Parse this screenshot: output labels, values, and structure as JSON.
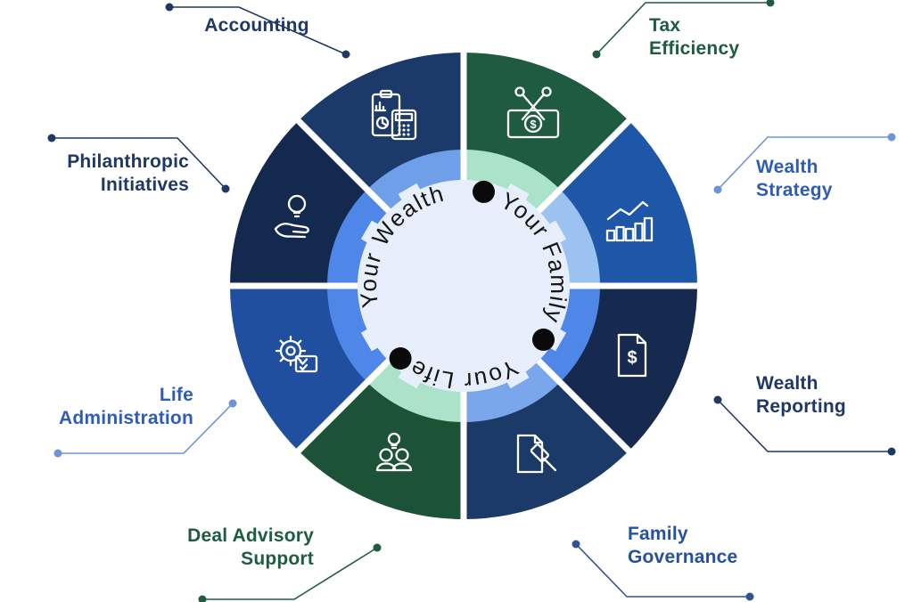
{
  "diagram": {
    "name": "family-office-services-wheel",
    "center": {
      "labels": [
        "Your Wealth",
        "Your Family",
        "Your Life"
      ],
      "text_color": "#141414",
      "circle_fill": "#e7effc",
      "dot_color": "#0a0a0a"
    },
    "glyphs": {
      "dollar": "$"
    },
    "segments": [
      {
        "name": "Tax Efficiency",
        "label": "Tax\nEfficiency",
        "wedge_color": "#1e5b41",
        "ring_color": "#aae3ca",
        "label_color": "#1e5c40",
        "line_color": "#1e5c40",
        "icon": "money-scissors"
      },
      {
        "name": "Wealth Strategy",
        "label": "Wealth\nStrategy",
        "wedge_color": "#1f57a8",
        "ring_color": "#9cc2f1",
        "label_color": "#2e5cb8",
        "line_color": "#6f93d8",
        "icon": "growth-chart"
      },
      {
        "name": "Wealth Reporting",
        "label": "Wealth\nReporting",
        "wedge_color": "#16294f",
        "ring_color": "#4e87e8",
        "label_color": "#1f3864",
        "line_color": "#1f3864",
        "icon": "dollar-document"
      },
      {
        "name": "Family Governance",
        "label": "Family\nGovernance",
        "wedge_color": "#1c3a67",
        "ring_color": "#7aa7ec",
        "label_color": "#26519f",
        "line_color": "#2f5496",
        "icon": "gavel-document"
      },
      {
        "name": "Deal Advisory Support",
        "label": "Deal Advisory\nSupport",
        "wedge_color": "#1c5236",
        "ring_color": "#aae3ca",
        "label_color": "#1e5c40",
        "line_color": "#1e5c40",
        "icon": "team-idea"
      },
      {
        "name": "Life Administration",
        "label": "Life\nAdministration",
        "wedge_color": "#204f9f",
        "ring_color": "#4e87e8",
        "label_color": "#2e5cb8",
        "line_color": "#6f93d8",
        "icon": "gear-checklist"
      },
      {
        "name": "Philanthropic Initiatives",
        "label": "Philanthropic\nInitiatives",
        "wedge_color": "#14294e",
        "ring_color": "#4e87e8",
        "label_color": "#1f3864",
        "line_color": "#1f3864",
        "icon": "hand-lightbulb"
      },
      {
        "name": "Accounting",
        "label": "Accounting",
        "wedge_color": "#1b3a69",
        "ring_color": "#6f9fe8",
        "label_color": "#1f3864",
        "line_color": "#1f3864",
        "icon": "clipboard-calculator"
      }
    ]
  }
}
